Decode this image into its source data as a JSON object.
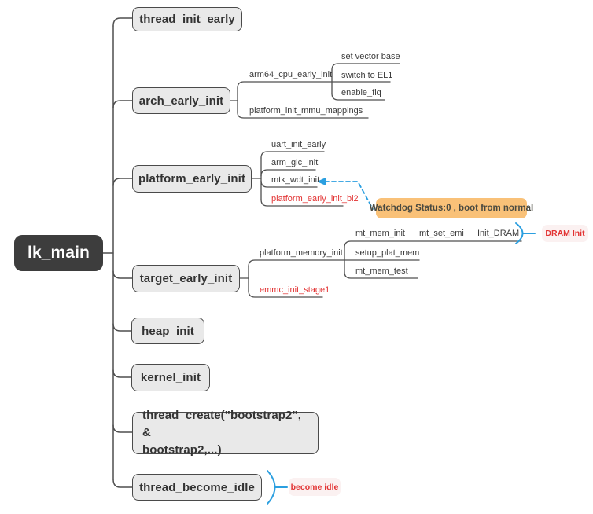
{
  "colors": {
    "root_bg": "#3d3d3d",
    "topic_bg": "#e9e9e9",
    "topic_border": "#4a4a4a",
    "connector": "#4f4f4f",
    "accent_blue": "#2b9fe0",
    "alert_red": "#e23333",
    "callout_orange_bg": "#f9c178",
    "callout_pink_bg": "#fbf1f1"
  },
  "map": {
    "root": {
      "label": "lk_main"
    },
    "branches": [
      {
        "label": "thread_init_early"
      },
      {
        "label": "arch_early_init",
        "children": [
          {
            "label": "arm64_cpu_early_init",
            "children": [
              {
                "label": "set vector base"
              },
              {
                "label": "switch to EL1"
              },
              {
                "label": "enable_fiq"
              }
            ]
          },
          {
            "label": "platform_init_mmu_mappings"
          }
        ]
      },
      {
        "label": "platform_early_init",
        "children": [
          {
            "label": "uart_init_early"
          },
          {
            "label": "arm_gic_init"
          },
          {
            "label": "mtk_wdt_init"
          },
          {
            "label": "platform_early_init_bl2",
            "emphasis": "red"
          }
        ]
      },
      {
        "label": "target_early_init",
        "children": [
          {
            "label": "platform_memory_init",
            "children": [
              {
                "label": "mt_mem_init",
                "children": [
                  {
                    "label": "mt_set_emi",
                    "children": [
                      {
                        "label": "Init_DRAM"
                      }
                    ]
                  }
                ]
              },
              {
                "label": "setup_plat_mem"
              },
              {
                "label": "mt_mem_test"
              }
            ]
          },
          {
            "label": "emmc_init_stage1",
            "emphasis": "red"
          }
        ]
      },
      {
        "label": "heap_init"
      },
      {
        "label": "kernel_init"
      },
      {
        "label": "thread_create(\"bootstrap2\", &\nbootstrap2,...)"
      },
      {
        "label": "thread_become_idle"
      }
    ],
    "callouts": [
      {
        "label": "Watchdog Status:0 , boot from normal",
        "style": "orange",
        "attached_to": "mtk_wdt_init"
      },
      {
        "label": "DRAM Init",
        "style": "red",
        "attached_to": "Init_DRAM"
      },
      {
        "label": "become idle",
        "style": "red",
        "attached_to": "thread_become_idle"
      }
    ]
  }
}
